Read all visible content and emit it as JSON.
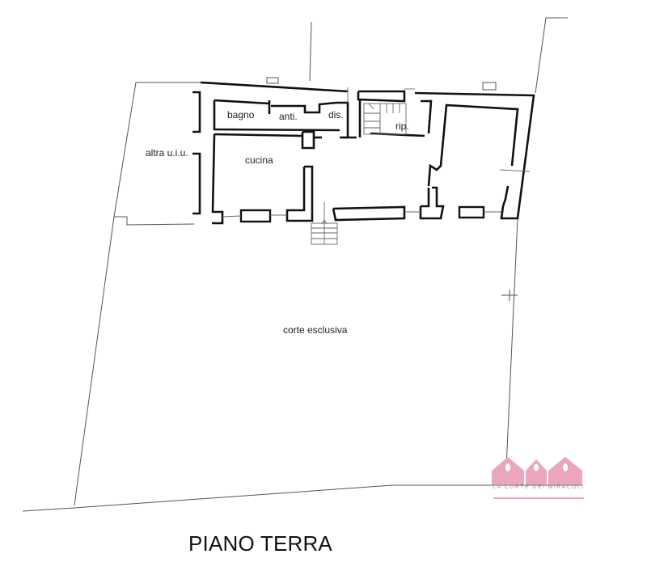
{
  "plan": {
    "title": "PIANO TERRA",
    "rooms": [
      {
        "id": "bagno",
        "label": "bagno"
      },
      {
        "id": "anti",
        "label": "anti."
      },
      {
        "id": "dis",
        "label": "dis."
      },
      {
        "id": "rip",
        "label": "rip."
      },
      {
        "id": "cucina",
        "label": "cucina"
      },
      {
        "id": "altra",
        "label": "altra u.i.u."
      },
      {
        "id": "corte",
        "label": "corte esclusiva"
      }
    ]
  },
  "logo": {
    "text": "LA CORTE DEI MIRACOLI",
    "color": "#eba5bf"
  },
  "colors": {
    "wall": "#111111",
    "line": "#555555",
    "background": "#ffffff"
  }
}
